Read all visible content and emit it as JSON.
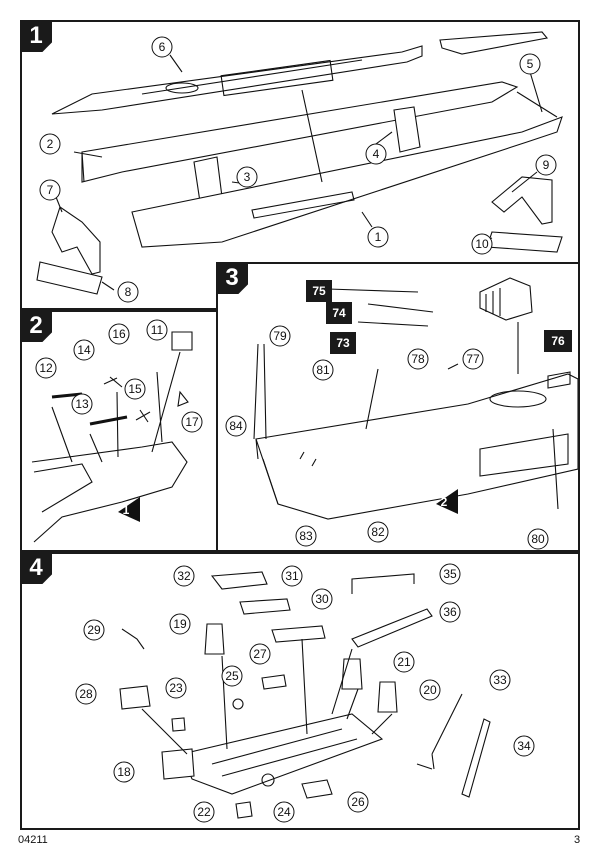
{
  "steps": [
    {
      "number": "1"
    },
    {
      "number": "2"
    },
    {
      "number": "3"
    },
    {
      "number": "4"
    }
  ],
  "callouts": {
    "p1": [
      "6",
      "5",
      "2",
      "4",
      "3",
      "9",
      "7",
      "1",
      "10",
      "8"
    ],
    "p2": [
      "11",
      "16",
      "14",
      "12",
      "15",
      "13",
      "17"
    ],
    "p2_ref": "1",
    "p3": [
      "75",
      "74",
      "73",
      "76",
      "79",
      "78",
      "77",
      "81",
      "84",
      "83",
      "82",
      "80"
    ],
    "p3_ref": "2",
    "p4": [
      "32",
      "31",
      "35",
      "30",
      "36",
      "19",
      "29",
      "21",
      "27",
      "25",
      "23",
      "20",
      "28",
      "33",
      "34",
      "18",
      "26",
      "22",
      "24"
    ]
  },
  "footer": {
    "code": "04211",
    "page": "3"
  }
}
